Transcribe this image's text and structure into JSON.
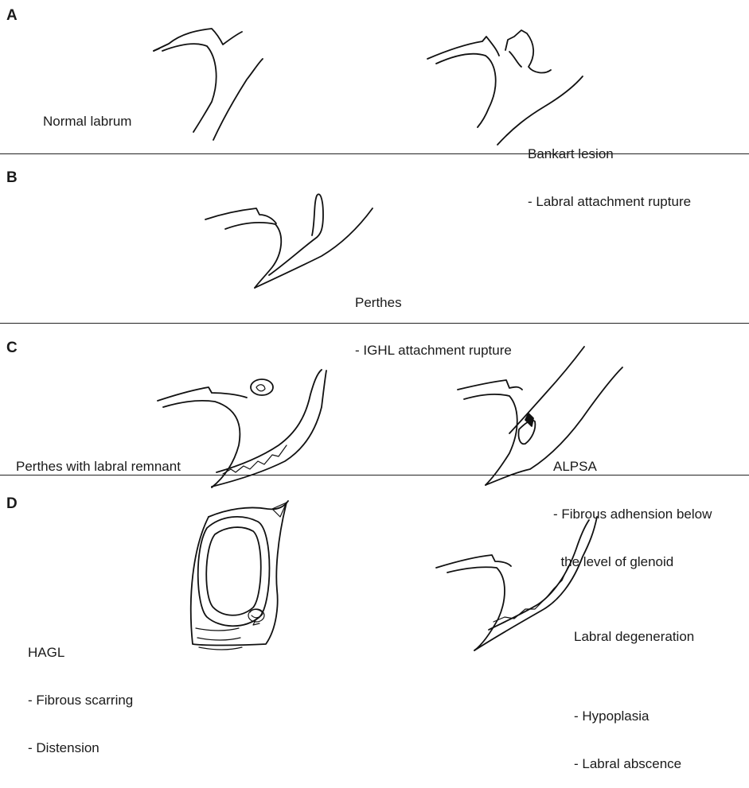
{
  "panels": [
    {
      "letter": "A",
      "labels": [
        {
          "lines": [
            "Normal labrum"
          ]
        },
        {
          "lines": [
            "Bankart lesion",
            "- Labral attachment rupture"
          ]
        }
      ]
    },
    {
      "letter": "B",
      "labels": [
        {
          "lines": [
            "Perthes",
            "- IGHL attachment rupture"
          ]
        }
      ]
    },
    {
      "letter": "C",
      "labels": [
        {
          "lines": [
            "Perthes with labral remnant"
          ]
        },
        {
          "lines": [
            "ALPSA",
            "- Fibrous adhension below",
            "  the level of glenoid"
          ]
        }
      ]
    },
    {
      "letter": "D",
      "labels": [
        {
          "lines": [
            "HAGL",
            "- Fibrous scarring",
            "- Distension"
          ]
        },
        {
          "lines": [
            "Labral degeneration",
            "",
            "- Hypoplasia",
            "- Labral abscence"
          ]
        }
      ]
    }
  ]
}
